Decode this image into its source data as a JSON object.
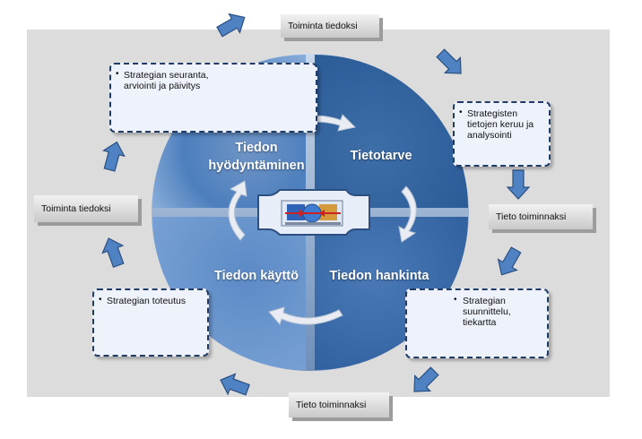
{
  "quadrants": {
    "top_left": [
      "Tiedon",
      "hyödyntäminen"
    ],
    "top_right": "Tietotarve",
    "bottom_left": "Tiedon käyttö",
    "bottom_right": "Tiedon hankinta"
  },
  "notes": {
    "top_left": [
      "Strategian seuranta,",
      "arviointi ja päivitys"
    ],
    "right_upper": [
      "Strategisten",
      "tietojen keruu ja",
      "analysointi"
    ],
    "bottom_left": [
      "Strategian toteutus"
    ],
    "bottom_right": [
      "Strategian",
      "suunnittelu,",
      "tiekartta"
    ],
    "bullet": "•"
  },
  "labels": {
    "top": "Toiminta tiedoksi",
    "left": "Toiminta tiedoksi",
    "right": "Tieto toiminnaksi",
    "bottom": "Tieto toiminnaksi"
  },
  "colors": {
    "quadrant_light": "#8fb2dc",
    "quadrant_dark": "#2f5f9a",
    "arrow_fill": "#4f82c2",
    "arrow_stroke": "#2b4f80",
    "note_border": "#1f3b66",
    "backdrop": "#dcdcdc"
  },
  "icons": {
    "center": "computer-network-icon"
  }
}
